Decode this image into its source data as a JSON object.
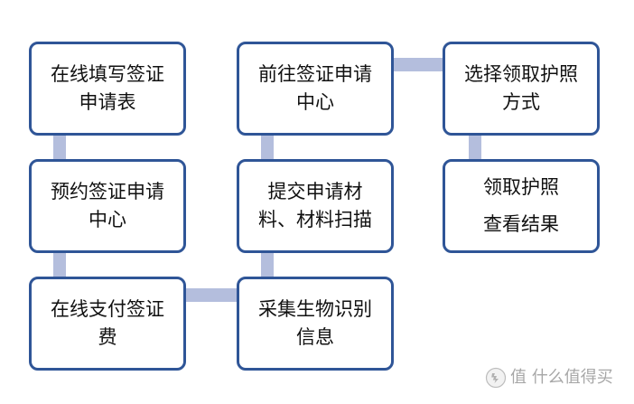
{
  "diagram": {
    "nodes": [
      {
        "id": "fill-online",
        "lines": [
          "在线填写签证",
          "申请表"
        ]
      },
      {
        "id": "book-center",
        "lines": [
          "预约签证申请",
          "中心"
        ]
      },
      {
        "id": "pay-fee",
        "lines": [
          "在线支付签证",
          "费"
        ]
      },
      {
        "id": "go-center",
        "lines": [
          "前往签证申请",
          "中心"
        ]
      },
      {
        "id": "submit-materials",
        "lines": [
          "提交申请材",
          "料、材料扫描"
        ]
      },
      {
        "id": "biometrics",
        "lines": [
          "采集生物识别",
          "信息"
        ]
      },
      {
        "id": "choose-pickup",
        "lines": [
          "选择领取护照",
          "方式"
        ]
      },
      {
        "id": "pickup-result",
        "lines": [
          "领取护照",
          "查看结果"
        ]
      }
    ]
  },
  "watermark": {
    "text": "值 什么值得买"
  },
  "colors": {
    "box_border": "#2f5597",
    "connector": "#b4bedd",
    "text": "#111111",
    "watermark": "#a7a7a7"
  }
}
